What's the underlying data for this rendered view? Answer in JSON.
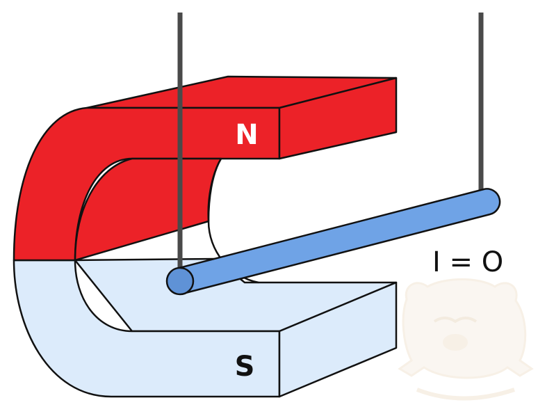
{
  "labels": {
    "north": "N",
    "south": "S",
    "current": "I = O"
  },
  "colors": {
    "north_pole": "#ec2228",
    "south_pole": "#dcebfb",
    "rod": "#6fa3e6",
    "rod_end": "#5f92d6",
    "wire": "#4a4a4a",
    "outline": "#111111",
    "north_label": "#ffffff",
    "south_label": "#111111",
    "watermark": "#f6efe6"
  },
  "icons": {
    "watermark": "bear-face-logo"
  }
}
